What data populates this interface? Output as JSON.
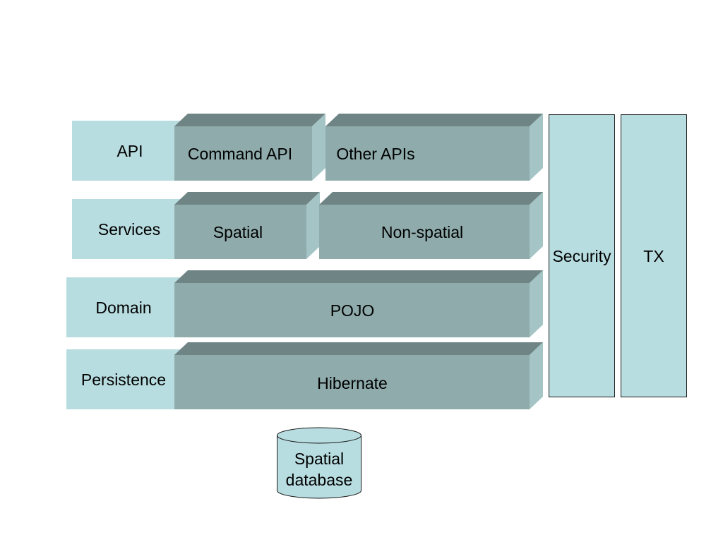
{
  "layers": {
    "api": "API",
    "services": "Services",
    "domain": "Domain",
    "persistence": "Persistence"
  },
  "components": {
    "command_api": "Command API",
    "other_apis": "Other APIs",
    "spatial": "Spatial",
    "non_spatial": "Non-spatial",
    "pojo": "POJO",
    "hibernate": "Hibernate"
  },
  "cross_cutting": {
    "security": "Security",
    "tx": "TX"
  },
  "database": {
    "line1": "Spatial",
    "line2": "database"
  },
  "colors": {
    "layer_panel": "#b8dde0",
    "box_front": "#8fabab",
    "box_top": "#6f8484",
    "box_side": "#a4c4c5"
  }
}
